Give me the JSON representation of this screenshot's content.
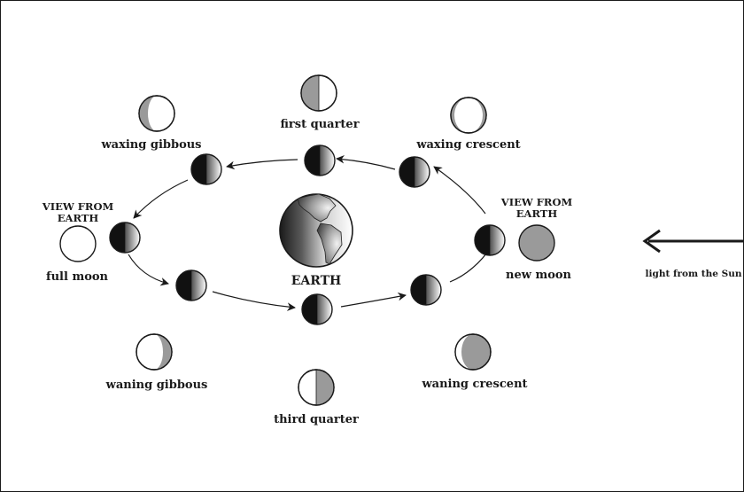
{
  "phases": [
    {
      "id": "new-moon",
      "label": "new moon"
    },
    {
      "id": "waxing-crescent",
      "label": "waxing crescent"
    },
    {
      "id": "first-quarter",
      "label": "first quarter"
    },
    {
      "id": "waxing-gibbous",
      "label": "waxing gibbous"
    },
    {
      "id": "full-moon",
      "label": "full moon"
    },
    {
      "id": "waning-gibbous",
      "label": "waning gibbous"
    },
    {
      "id": "third-quarter",
      "label": "third quarter"
    },
    {
      "id": "waning-crescent",
      "label": "waning crescent"
    }
  ],
  "view_from_earth": [
    "VIEW FROM",
    "EARTH"
  ],
  "earth_label": "EARTH",
  "sun_label": "light from the Sun",
  "colors": {
    "moon_shadow": "#9a9a9a",
    "outline": "#1a1a1a",
    "background": "#ffffff"
  }
}
